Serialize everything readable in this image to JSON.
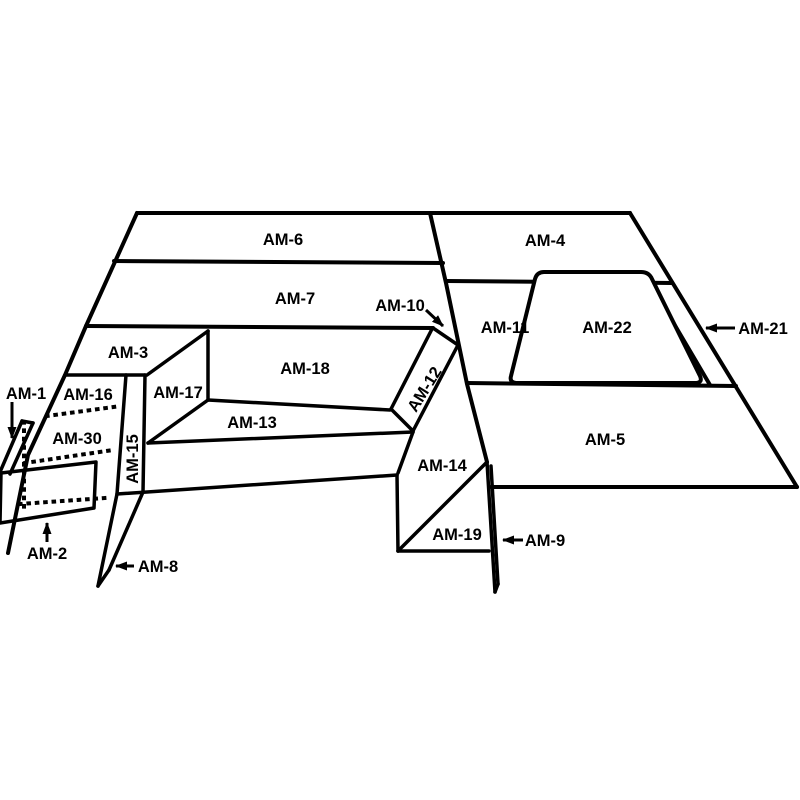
{
  "diagram": {
    "background_color": "#ffffff",
    "line_color": "#000000",
    "parts": [
      "AM-1",
      "AM-2",
      "AM-3",
      "AM-4",
      "AM-5",
      "AM-6",
      "AM-7",
      "AM-8",
      "AM-9",
      "AM-10",
      "AM-11",
      "AM-12",
      "AM-13",
      "AM-14",
      "AM-15",
      "AM-16",
      "AM-17",
      "AM-18",
      "AM-19",
      "AM-21",
      "AM-22",
      "AM-30"
    ],
    "arrow_pointed_parts": [
      "AM-1",
      "AM-2",
      "AM-8",
      "AM-9",
      "AM-10",
      "AM-21"
    ],
    "labels": {
      "am1": "AM-1",
      "am2": "AM-2",
      "am3": "AM-3",
      "am4": "AM-4",
      "am5": "AM-5",
      "am6": "AM-6",
      "am7": "AM-7",
      "am8": "AM-8",
      "am9": "AM-9",
      "am10": "AM-10",
      "am11": "AM-11",
      "am12": "AM-12",
      "am13": "AM-13",
      "am14": "AM-14",
      "am15": "AM-15",
      "am16": "AM-16",
      "am17": "AM-17",
      "am18": "AM-18",
      "am19": "AM-19",
      "am21": "AM-21",
      "am22": "AM-22",
      "am30": "AM-30"
    }
  }
}
